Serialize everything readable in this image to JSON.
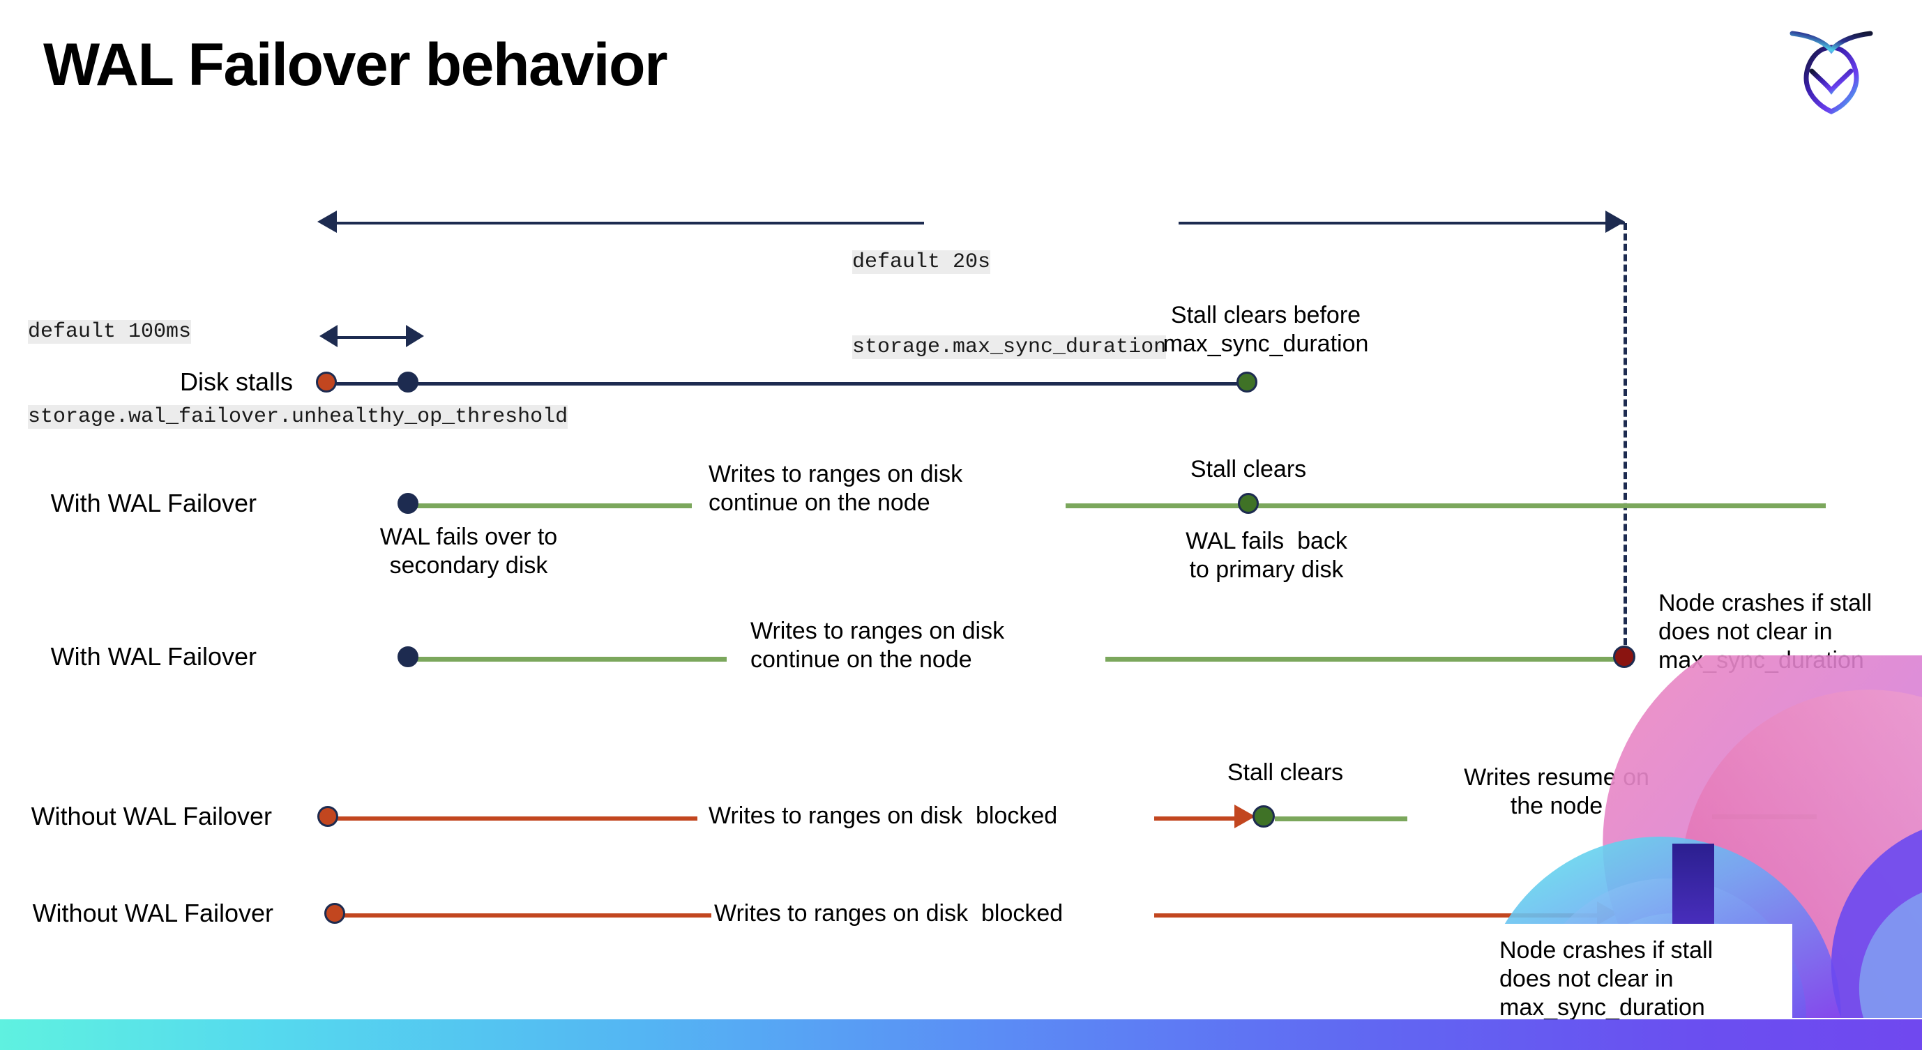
{
  "slide": {
    "title": "WAL Failover behavior",
    "logo_icon": "cockroach-labs-logo"
  },
  "settings": {
    "max_sync": {
      "default_label": "default 20s",
      "name": "storage.max_sync_duration"
    },
    "unhealthy_op": {
      "default_label": "default 100ms",
      "name": "storage.wal_failover.unhealthy_op_threshold"
    }
  },
  "colors": {
    "navy": "#1d2b50",
    "green_line": "#7ba75c",
    "green_dot": "#3f7226",
    "red_line": "#c2461f",
    "red_dot": "#c2461f",
    "dark_red_dot": "#8a1410",
    "highlight_bg": "#ececec"
  },
  "rows": [
    {
      "label": "Disk stalls",
      "annotations": [
        "Stall clears before\nmax_sync_duration"
      ]
    },
    {
      "label": "With WAL Failover",
      "annotations": [
        "Writes to ranges on disk\ncontinue on the node",
        "Stall clears",
        "WAL fails over to\nsecondary disk",
        "WAL fails  back\nto primary disk"
      ]
    },
    {
      "label": "With WAL Failover",
      "annotations": [
        "Writes to ranges on disk\ncontinue on the node",
        "Node crashes if stall\ndoes not clear in\nmax_sync_duration"
      ]
    },
    {
      "label": "Without WAL Failover",
      "annotations": [
        "Writes to ranges on disk  blocked",
        "Stall clears",
        "Writes resume on\nthe node"
      ]
    },
    {
      "label": "Without WAL Failover",
      "annotations": [
        "Writes to ranges on disk  blocked",
        "Node crashes if stall\ndoes not clear in\nmax_sync_duration"
      ]
    }
  ],
  "texts": {
    "stall_clears_before": "Stall clears before\nmax_sync_duration",
    "stall_clears": "Stall clears",
    "writes_continue": "Writes to ranges on disk\ncontinue on the node",
    "wal_fails_over": "WAL fails over to\nsecondary disk",
    "wal_fails_back": "WAL fails  back\nto primary disk",
    "node_crashes": "Node crashes if stall\ndoes not clear in\nmax_sync_duration",
    "writes_blocked": "Writes to ranges on disk  blocked",
    "writes_resume": "Writes resume on\nthe node"
  }
}
